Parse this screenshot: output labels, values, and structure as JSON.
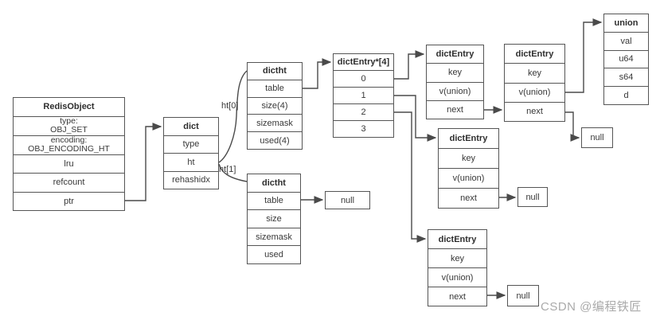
{
  "diagram": {
    "boxes": {
      "redis_object": {
        "title": "RedisObject",
        "type_label": "type:",
        "type_value": "OBJ_SET",
        "encoding_label": "encoding:",
        "encoding_value": "OBJ_ENCODING_HT",
        "rows": [
          "lru",
          "refcount",
          "ptr"
        ]
      },
      "dict": {
        "title": "dict",
        "rows": [
          "type",
          "ht",
          "rehashidx"
        ]
      },
      "dictht_0": {
        "title": "dictht",
        "rows": [
          "table",
          "size(4)",
          "sizemask",
          "used(4)"
        ]
      },
      "dictht_1": {
        "title": "dictht",
        "rows": [
          "table",
          "size",
          "sizemask",
          "used"
        ]
      },
      "dict_entry_array": {
        "title": "dictEntry*[4]",
        "rows": [
          "0",
          "1",
          "2",
          "3"
        ]
      },
      "dict_entry_1": {
        "title": "dictEntry",
        "rows": [
          "key",
          "v(union)",
          "next"
        ]
      },
      "dict_entry_2": {
        "title": "dictEntry",
        "rows": [
          "key",
          "v(union)",
          "next"
        ]
      },
      "dict_entry_3": {
        "title": "dictEntry",
        "rows": [
          "key",
          "v(union)",
          "next"
        ]
      },
      "dict_entry_4": {
        "title": "dictEntry",
        "rows": [
          "key",
          "v(union)",
          "next"
        ]
      },
      "union": {
        "title": "union",
        "rows": [
          "val",
          "u64",
          "s64",
          "d"
        ]
      },
      "null_dictht1_table": {
        "label": "null"
      },
      "null_entry2_next": {
        "label": "null"
      },
      "null_entry3_next": {
        "label": "null"
      },
      "null_entry4_next": {
        "label": "null"
      }
    },
    "edge_labels": {
      "ht0": "ht[0]",
      "ht1": "ht[1]"
    },
    "colors": {
      "border": "#555555",
      "line": "#4a4a4a",
      "text": "#383838",
      "background": "#ffffff",
      "watermark": "#aaaaaa"
    }
  },
  "watermark": "CSDN @编程铁匠"
}
